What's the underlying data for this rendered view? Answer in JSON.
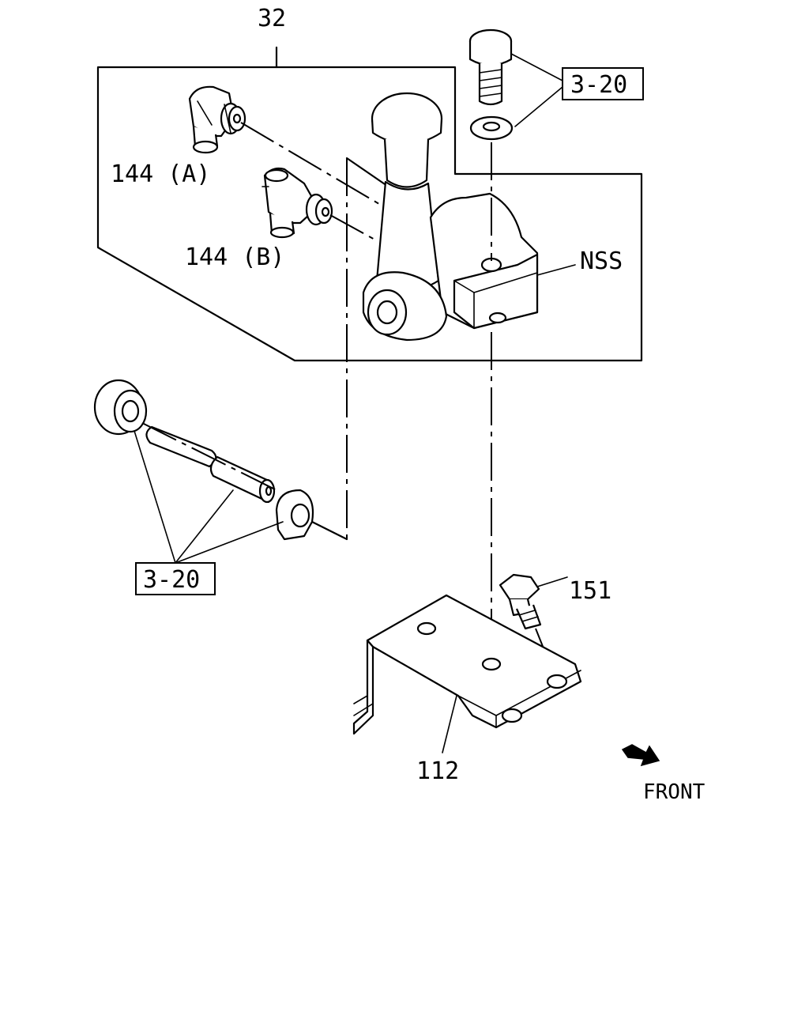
{
  "callouts": {
    "assembly": "32",
    "connector_a": "144 (A)",
    "connector_b": "144 (B)",
    "valve": "NSS",
    "ref_top": "3-20",
    "ref_left": "3-20",
    "bolt": "151",
    "bracket": "112",
    "direction": "FRONT"
  }
}
